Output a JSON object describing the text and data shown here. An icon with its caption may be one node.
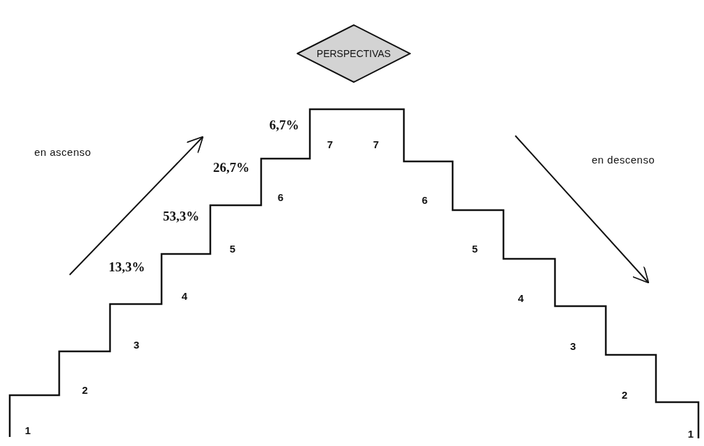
{
  "diagram": {
    "nodes": [
      {
        "text": [
          "PERSPECTIVAS"
        ]
      }
    ],
    "labels": [
      "6,7%",
      "7",
      "7",
      "en ascenso",
      "en descenso",
      "26,7%",
      "6",
      "6",
      "53,3%",
      "5",
      "5",
      "13,3%",
      "4",
      "4",
      "3",
      "3",
      "2",
      "2",
      "1",
      "1"
    ]
  }
}
